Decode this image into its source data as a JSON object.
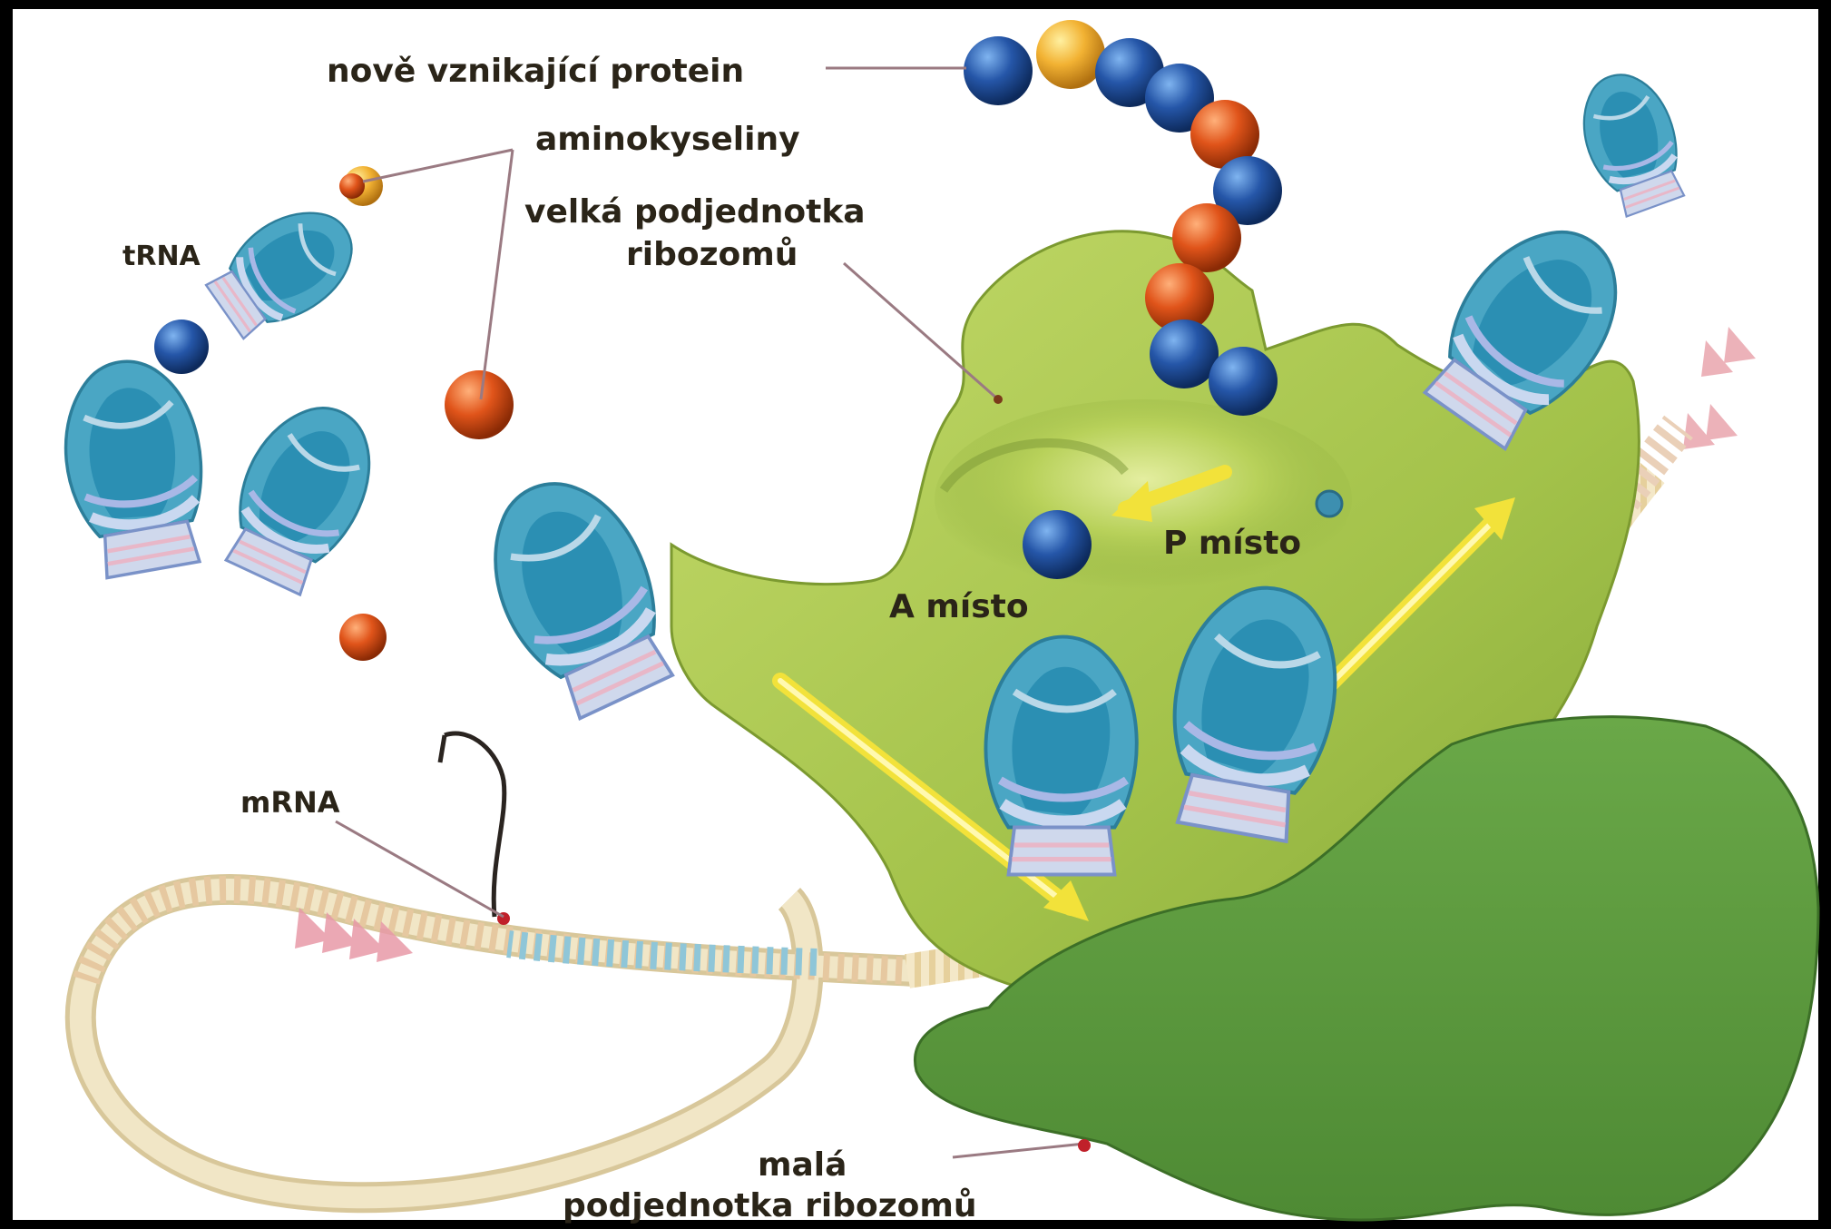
{
  "labels": {
    "protein": "nově vznikající protein",
    "amino": "aminokyseliny",
    "large_1": "velká podjednotka",
    "large_2": "ribozomů",
    "trna": "tRNA",
    "mrna": "mRNA",
    "p_site": "P místo",
    "a_site": "A místo",
    "small_1": "malá",
    "small_2": "podjednotka ribozomů"
  },
  "colors": {
    "background": "#ffffff",
    "frame": "#000000",
    "large_subunit": "#a6c64a",
    "small_subunit": "#5e9a3e",
    "trna": "#3b9fbf",
    "amino_blue": "#1f4e9a",
    "amino_orange": "#e05a14",
    "amino_yellow": "#f2b233",
    "arrow": "#f2e23a"
  }
}
